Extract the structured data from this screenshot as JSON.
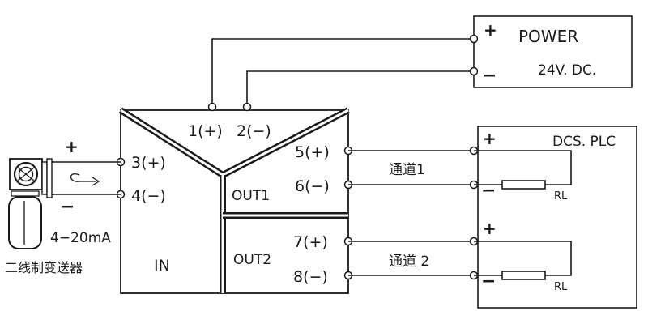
{
  "power": {
    "title": "POWER",
    "voltage": "24V. DC.",
    "plus": "+",
    "minus": "−"
  },
  "module": {
    "terminals": {
      "t1": "1(+)",
      "t2": "2(−)",
      "t3": "3(+)",
      "t4": "4(−)",
      "t5": "5(+)",
      "t6": "6(−)",
      "t7": "7(+)",
      "t8": "8(−)"
    },
    "in_label": "IN",
    "out1_label": "OUT1",
    "out2_label": "OUT2"
  },
  "transmitter": {
    "label": "二线制变送器",
    "current": "4−20mA",
    "plus": "+",
    "minus": "−"
  },
  "channels": {
    "ch1": "通道1",
    "ch2": "通道 2"
  },
  "dcs": {
    "title": "DCS. PLC",
    "rl1": "RL",
    "rl2": "RL",
    "plus": "+",
    "minus": "−"
  }
}
